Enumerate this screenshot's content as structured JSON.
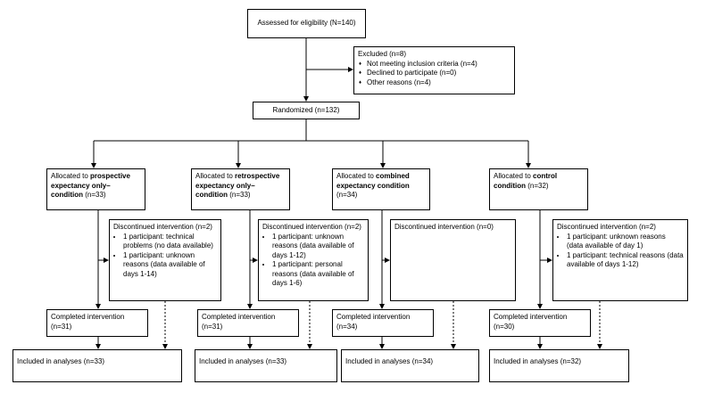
{
  "assessed": "Assessed for eligibility (N=140)",
  "excluded": {
    "title": "Excluded (n=8)",
    "items": [
      "Not meeting inclusion criteria (n=4)",
      "Declined to participate (n=0)",
      "Other reasons (n=4)"
    ]
  },
  "randomized": "Randomized (n=132)",
  "arms": [
    {
      "alloc_pre": "Allocated to ",
      "alloc_bold": "prospective expectancy only–condition",
      "alloc_post": " (n=33)",
      "disc_title": "Discontinued intervention (n=2)",
      "disc_items": [
        "1 participant: technical problems (no data available)",
        "1 participant: unknown reasons (data available of days 1-14)"
      ],
      "completed": "Completed intervention (n=31)",
      "included": "Included in analyses (n=33)"
    },
    {
      "alloc_pre": "Allocated to ",
      "alloc_bold": "retrospective expectancy only–condition",
      "alloc_post": " (n=33)",
      "disc_title": "Discontinued intervention (n=2)",
      "disc_items": [
        "1 participant: unknown reasons (data available of days 1-12)",
        "1 participant: personal reasons (data available of days 1-6)"
      ],
      "completed": "Completed intervention (n=31)",
      "included": "Included in analyses (n=33)"
    },
    {
      "alloc_pre": "Allocated to ",
      "alloc_bold": "combined expectancy condition",
      "alloc_post": " (n=34)",
      "disc_title": "Discontinued intervention (n=0)",
      "disc_items": [],
      "completed": "Completed intervention (n=34)",
      "included": "Included in analyses (n=34)"
    },
    {
      "alloc_pre": "Allocated to ",
      "alloc_bold": "control condition",
      "alloc_post": " (n=32)",
      "disc_title": "Discontinued intervention (n=2)",
      "disc_items": [
        "1 participant: unknown reasons (data available of day 1)",
        "1 participant: technical reasons (data available of days 1-12)"
      ],
      "completed": "Completed intervention (n=30)",
      "included": "Included in analyses (n=32)"
    }
  ]
}
